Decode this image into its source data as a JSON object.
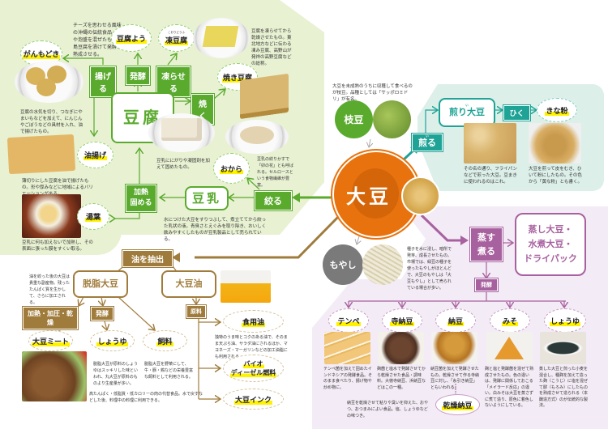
{
  "center": {
    "label": "大豆",
    "color": "#e8730e"
  },
  "colors": {
    "green": "#5aaa2e",
    "teal": "#1fa396",
    "purple": "#a8619f",
    "brown": "#a07c3c",
    "orange": "#e8730e",
    "gray": "#7a7a7a",
    "highlight": "#fff200"
  },
  "tofu_section": {
    "shibo_process": "絞る",
    "soymilk": {
      "label": "豆乳",
      "note": "水につけた大豆をすりつぶして、煮立ててから絞った乳状の液。青臭さとえぐみを取り除き、おいしく飲みやすくしたものが豆乳製品として売られている。"
    },
    "okara": {
      "label": "おから",
      "note": "豆乳の絞りかすで「卯の花」とも呼ばれる。セルロースという食物繊維が豊富。"
    },
    "heat_process": [
      "加熱",
      "固める"
    ],
    "yuba": {
      "label": "湯葉",
      "note": "豆乳に何も加えないで加熱し、その表面に張った膜をすくい取る。"
    },
    "tofu": {
      "label": "豆腐",
      "note": "豆乳ににがりや凝固剤を加えて固めたもの。"
    },
    "processes": [
      "揚げる",
      "発酵",
      "凍らせる",
      "焼く"
    ],
    "ganmodoki": {
      "label": "がんもどき",
      "note": "豆腐の水気を切り、つなぎにやまいもなどを加えて、にんじんやごぼうなどの具材を入れ、油で揚げたもの。"
    },
    "tofuyo": {
      "label": "豆腐よう",
      "note": "チーズを思わせる風味の沖縄の伝統食品。麹や泡盛を混ぜたものに島豆腐を漬けて発酵、熟成させる。"
    },
    "koyadofu": {
      "label": "凍豆腐",
      "ruby": "こおりどうふ",
      "note": "豆腐を凍らせてから乾燥させたもの。東北地方などに伝わる凍み豆腐、高野山が発祥の高野豆腐などの総称。"
    },
    "yakidofu": {
      "label": "焼き豆腐"
    },
    "aburaage": {
      "label": "油揚げ",
      "note": "薄切りにした豆腐を油で揚げたもの。形や厚みなどに地域によるバリエーションがある。"
    }
  },
  "edamame": {
    "label": "枝豆",
    "note": "大豆を未成熟のうちに収穫して食べるのが枝豆。品種としては「サッポロミドリ」が有名。"
  },
  "roast_section": {
    "process": "煎る",
    "process_ruby": "い",
    "iri_daizu": {
      "label": "煎り大豆",
      "ruby": "い",
      "note": "その名の通り、フライパンなどで煎った大豆。豆まきに使われるのはこれ。"
    },
    "grind_process": "ひく",
    "kinako": {
      "label": "きな粉",
      "note": "大豆を煎って皮をむき、ひいて粉にしたもの。その色から「黄な粉」とも書く。"
    }
  },
  "moyashi": {
    "label": "もやし",
    "note": "種子を水に浸し、暗所で発芽、成長させたもの。市場では、緑豆の種子を使ったもやしがほとんどで、大豆のもやしは「大豆もやし」として売られている場合が多い。"
  },
  "steam_section": {
    "process": [
      "蒸す",
      "煮る"
    ],
    "product": [
      "蒸し大豆・",
      "水煮大豆・",
      "ドライパック"
    ],
    "ferment": "発酵",
    "items": [
      {
        "label": "テンペ",
        "note": "テンペ菌を加えて固めたインドネシアの発酵食品。そのまま食べたり、揚げ物や炒め物に。"
      },
      {
        "label": "寺納豆",
        "note": "麹菌と塩水で発酵させてから乾燥させた食品・調味料。大徳寺納豆、浜納豆などはこの一種。"
      },
      {
        "label": "納豆",
        "note": "納豆菌を加えて発酵させたもの。乾燥させて作る寺納豆に対し、「糸引き納豆」ともいわれる。"
      },
      {
        "label": "みそ",
        "note": "麹と塩と発酵菌を混ぜて熟成させたもの。色の違いは、発酵に関係しておこる「メイラード反応」の違い。白みそは大豆を蒸さずに煮て造り、原色に着色しないようにしている。"
      },
      {
        "label": "しょうゆ",
        "note": "蒸した大豆と煎った小麦を混合し、種麹を加えて造った麹（こうじ）に塩を混ぜて醪（もろみ）にしたものを熟成させて造られる（本醸造方式）のが伝統的な製法。"
      }
    ],
    "dried_natto": {
      "label": "乾燥納豆",
      "note": "納豆を乾燥させて粘りや臭いを抑えた、おやつ、おつまみによい食品。塩、しょうゆなどの味つき。"
    }
  },
  "oil_section": {
    "process": "油を抽出",
    "defatted": {
      "label": "脱脂大豆",
      "note": "油を絞った後の大豆は貴重な副産物。残ったたんぱく質を生かして、さらに加工される。"
    },
    "defatted_processes": [
      "加熱・加圧・乾燥",
      "発酵"
    ],
    "soy_meat": {
      "label": "大豆ミート",
      "note": "高たんぱく・低脂質・低カロリーの肉の代替食品。水で戻すなどした後、料理中の料理に利用できる。"
    },
    "shoyu": {
      "label": "しょうゆ",
      "note": "脱脂大豆が原料のしょうゆはスッキリした味といわれ、丸大豆が原料のものより生産量が多い。"
    },
    "feed": {
      "label": "飼料",
      "note": "脱脂大豆を野菜にして、牛・豚・鶏などの栄養豊富な飼料として利用される。"
    },
    "soy_oil": {
      "label": "大豆油"
    },
    "material": "原料",
    "oil_uses": [
      {
        "label": "食用油",
        "note": "独特のうま味とコクのある油で、そのまま天ぷら油、サラダ油にされるほか、マヨネーズ・マーガリンなどの加工油脂にも利用される。"
      },
      {
        "label_lines": [
          "バイオ",
          "ディーゼル燃料"
        ]
      },
      {
        "label": "大豆インク"
      }
    ]
  }
}
